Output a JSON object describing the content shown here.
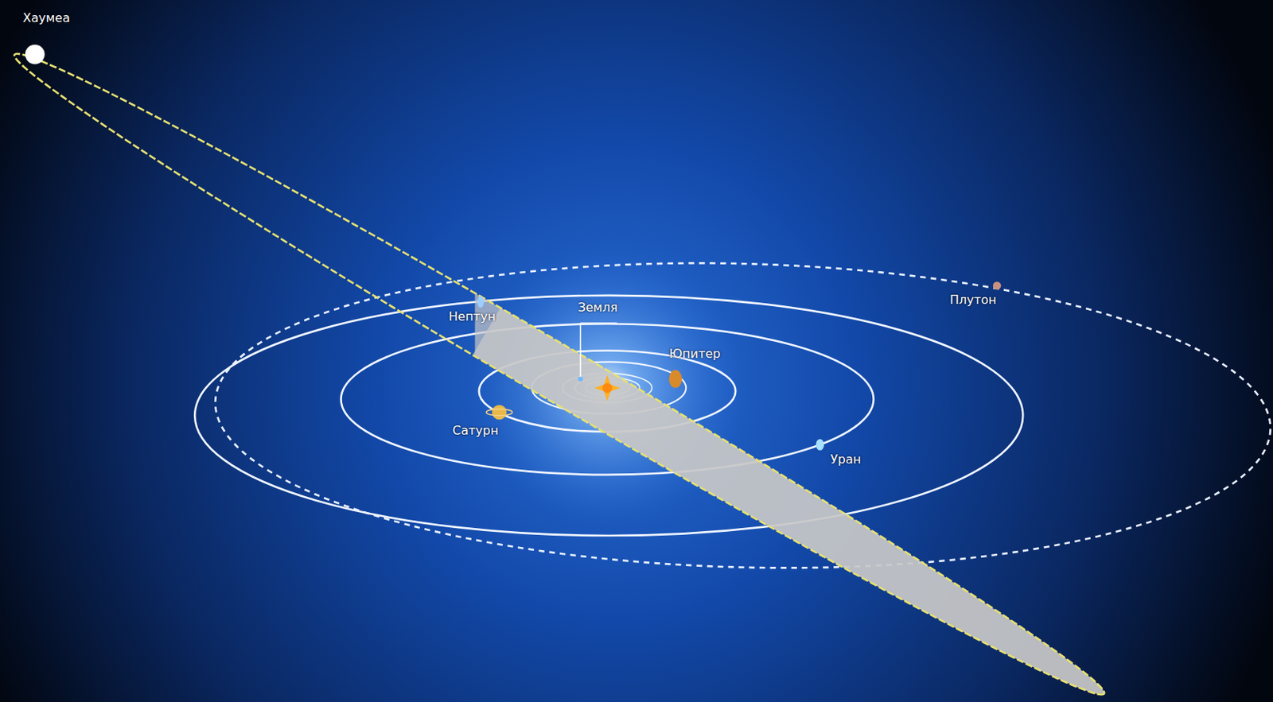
{
  "diagram": {
    "labels": [
      "Хаумеа",
      "Нептун",
      "Земля",
      "Юпитер",
      "Сатурн",
      "Уран",
      "Плутон"
    ]
  }
}
